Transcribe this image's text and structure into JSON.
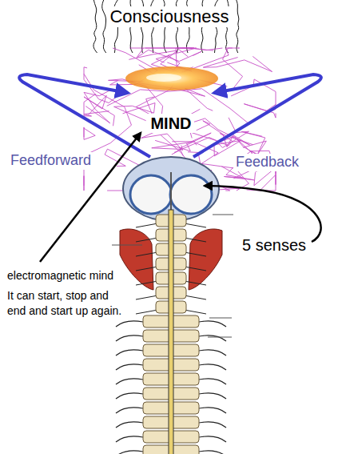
{
  "diagram": {
    "labels": [
      "Consciousness",
      "MIND",
      "Feedforward",
      "Feedback",
      "5 senses",
      "electromagnetic mind",
      "It can start, stop and end and start up again."
    ]
  }
}
